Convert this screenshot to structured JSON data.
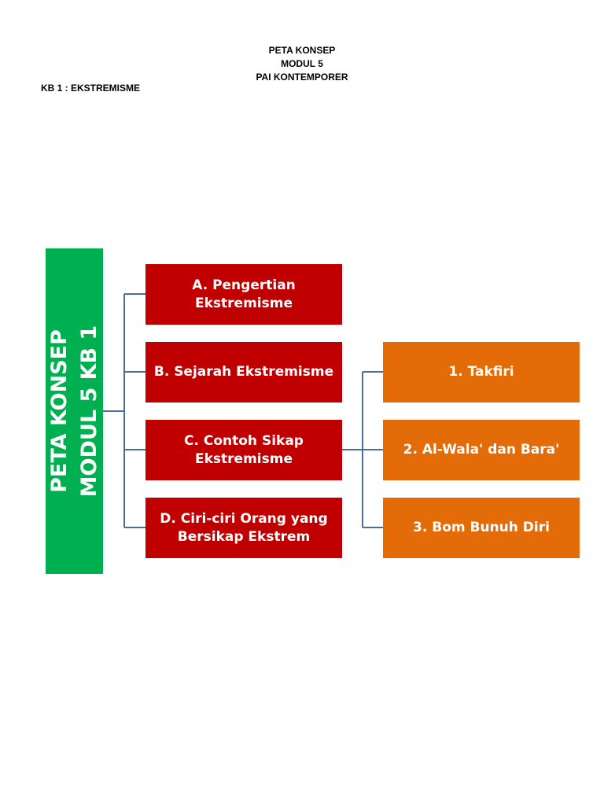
{
  "header": {
    "line1": "PETA KONSEP",
    "line2": "MODUL 5",
    "line3": "PAI KONTEMPORER"
  },
  "subheader": "KB 1 : EKSTREMISME",
  "colors": {
    "root": "#00b050",
    "level1": "#c00000",
    "level2": "#e36c09",
    "connector": "#4a6e96"
  },
  "root": {
    "line1": "PETA KONSEP",
    "line2": "MODUL 5 KB 1"
  },
  "level1": [
    {
      "label": "A. Pengertian Ekstremisme"
    },
    {
      "label": "B. Sejarah Ekstremisme"
    },
    {
      "label": "C. Contoh Sikap Ekstremisme"
    },
    {
      "label": "D. Ciri-ciri Orang yang Bersikap Ekstrem"
    }
  ],
  "level2": [
    {
      "label": "1. Takfiri"
    },
    {
      "label": "2. Al-Wala' dan Bara'"
    },
    {
      "label": "3. Bom Bunuh Diri"
    }
  ]
}
